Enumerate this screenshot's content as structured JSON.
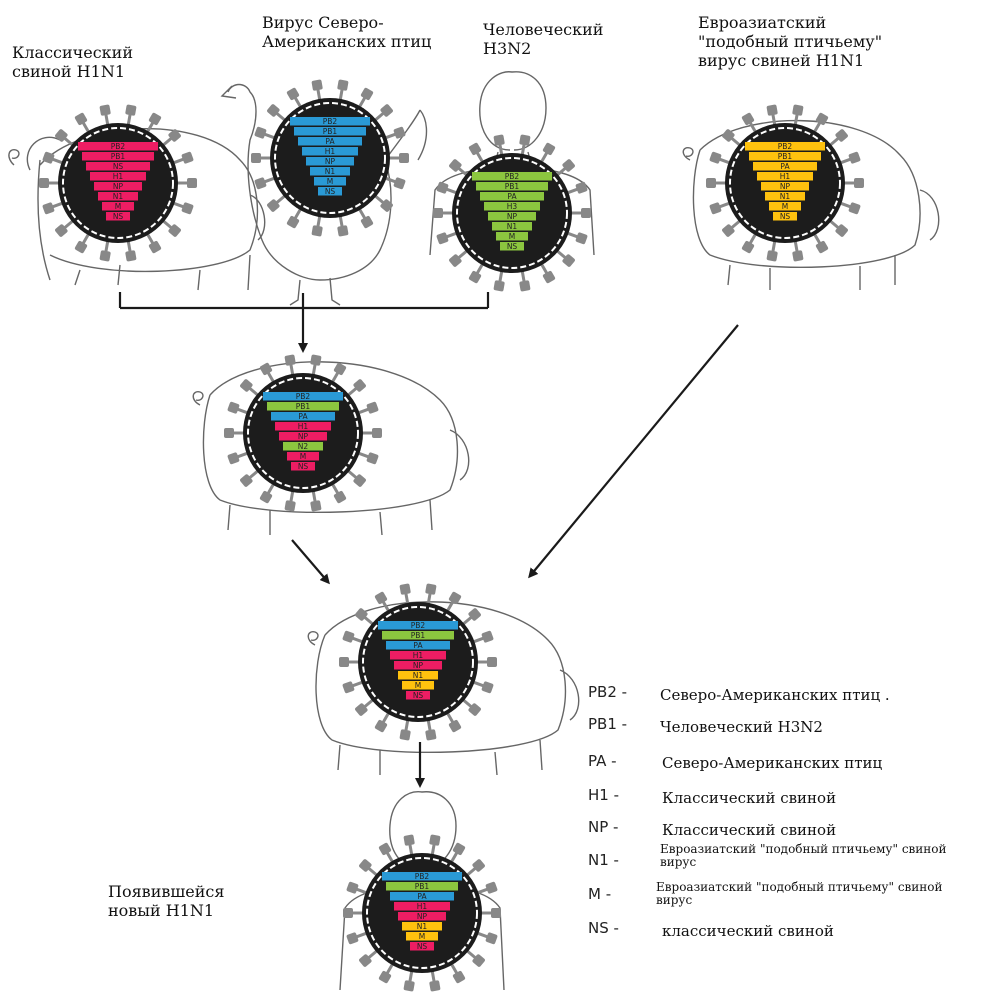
{
  "colors": {
    "north_american_avian": "#2a9ad6",
    "human": "#8cc63f",
    "classical_swine": "#ee1d63",
    "eurasian_swine": "#ffc20e",
    "virion": "#1c1c1c",
    "spike": "#888888"
  },
  "labels": {
    "classic_swine": [
      "Классический",
      "свиной H1N1"
    ],
    "avian": [
      "Вирус Северо-",
      "Американских птиц"
    ],
    "human": [
      "Человеческий",
      "H3N2"
    ],
    "eurasian": [
      "Евроазиатский",
      "\"подобный птичьему\"",
      "вирус свиней H1N1"
    ],
    "emerged": [
      "Появившейся",
      "новый H1N1"
    ]
  },
  "icons": [
    "pig-outline",
    "rooster-outline",
    "human-outline",
    "virion-icon",
    "arrow"
  ],
  "virions": [
    {
      "id": "classic-swine",
      "segments": [
        {
          "name": "PB2",
          "color": "classical_swine"
        },
        {
          "name": "PB1",
          "color": "classical_swine"
        },
        {
          "name": "NS",
          "color": "classical_swine"
        },
        {
          "name": "H1",
          "color": "classical_swine"
        },
        {
          "name": "NP",
          "color": "classical_swine"
        },
        {
          "name": "N1",
          "color": "classical_swine"
        },
        {
          "name": "M",
          "color": "classical_swine"
        },
        {
          "name": "NS",
          "color": "classical_swine"
        }
      ]
    },
    {
      "id": "avian",
      "segments": [
        {
          "name": "PB2",
          "color": "north_american_avian"
        },
        {
          "name": "PB1",
          "color": "north_american_avian"
        },
        {
          "name": "PA",
          "color": "north_american_avian"
        },
        {
          "name": "H1",
          "color": "north_american_avian"
        },
        {
          "name": "NP",
          "color": "north_american_avian"
        },
        {
          "name": "N1",
          "color": "north_american_avian"
        },
        {
          "name": "M",
          "color": "north_american_avian"
        },
        {
          "name": "NS",
          "color": "north_american_avian"
        }
      ]
    },
    {
      "id": "human",
      "segments": [
        {
          "name": "PB2",
          "color": "human"
        },
        {
          "name": "PB1",
          "color": "human"
        },
        {
          "name": "PA",
          "color": "human"
        },
        {
          "name": "H3",
          "color": "human"
        },
        {
          "name": "NP",
          "color": "human"
        },
        {
          "name": "N1",
          "color": "human"
        },
        {
          "name": "M",
          "color": "human"
        },
        {
          "name": "NS",
          "color": "human"
        }
      ]
    },
    {
      "id": "eurasian",
      "segments": [
        {
          "name": "PB2",
          "color": "eurasian_swine"
        },
        {
          "name": "PB1",
          "color": "eurasian_swine"
        },
        {
          "name": "PA",
          "color": "eurasian_swine"
        },
        {
          "name": "H1",
          "color": "eurasian_swine"
        },
        {
          "name": "NP",
          "color": "eurasian_swine"
        },
        {
          "name": "N1",
          "color": "eurasian_swine"
        },
        {
          "name": "M",
          "color": "eurasian_swine"
        },
        {
          "name": "NS",
          "color": "eurasian_swine"
        }
      ]
    },
    {
      "id": "triple-reassortant",
      "segments": [
        {
          "name": "PB2",
          "color": "north_american_avian"
        },
        {
          "name": "PB1",
          "color": "human"
        },
        {
          "name": "PA",
          "color": "north_american_avian"
        },
        {
          "name": "H1",
          "color": "classical_swine"
        },
        {
          "name": "NP",
          "color": "classical_swine"
        },
        {
          "name": "N2",
          "color": "human"
        },
        {
          "name": "M",
          "color": "classical_swine"
        },
        {
          "name": "NS",
          "color": "classical_swine"
        }
      ]
    },
    {
      "id": "new-reassortant",
      "segments": [
        {
          "name": "PB2",
          "color": "north_american_avian"
        },
        {
          "name": "PB1",
          "color": "human"
        },
        {
          "name": "PA",
          "color": "north_american_avian"
        },
        {
          "name": "H1",
          "color": "classical_swine"
        },
        {
          "name": "NP",
          "color": "classical_swine"
        },
        {
          "name": "N1",
          "color": "eurasian_swine"
        },
        {
          "name": "M",
          "color": "eurasian_swine"
        },
        {
          "name": "NS",
          "color": "classical_swine"
        }
      ]
    },
    {
      "id": "emerged-h1n1",
      "segments": [
        {
          "name": "PB2",
          "color": "north_american_avian"
        },
        {
          "name": "PB1",
          "color": "human"
        },
        {
          "name": "PA",
          "color": "north_american_avian"
        },
        {
          "name": "H1",
          "color": "classical_swine"
        },
        {
          "name": "NP",
          "color": "classical_swine"
        },
        {
          "name": "N1",
          "color": "eurasian_swine"
        },
        {
          "name": "M",
          "color": "eurasian_swine"
        },
        {
          "name": "NS",
          "color": "classical_swine"
        }
      ]
    }
  ],
  "legend": [
    {
      "key": "PB2 -",
      "value": [
        "Северо-Американских птиц ."
      ]
    },
    {
      "key": "PB1 -",
      "value": [
        "Человеческий H3N2"
      ]
    },
    {
      "key": "PA -",
      "value": [
        "Северо-Американских птиц"
      ]
    },
    {
      "key": "H1 -",
      "value": [
        "Классический свиной"
      ]
    },
    {
      "key": "NP -",
      "value": [
        "Классический свиной"
      ]
    },
    {
      "key": "N1 -",
      "value": [
        "Евроазиатский \"подобный птичьему\" свиной",
        "вирус"
      ],
      "small": true
    },
    {
      "key": "M -",
      "value": [
        "Евроазиатский \"подобный птичьему\" свиной",
        "вирус"
      ],
      "small": true
    },
    {
      "key": "NS -",
      "value": [
        "классический свиной"
      ]
    }
  ]
}
